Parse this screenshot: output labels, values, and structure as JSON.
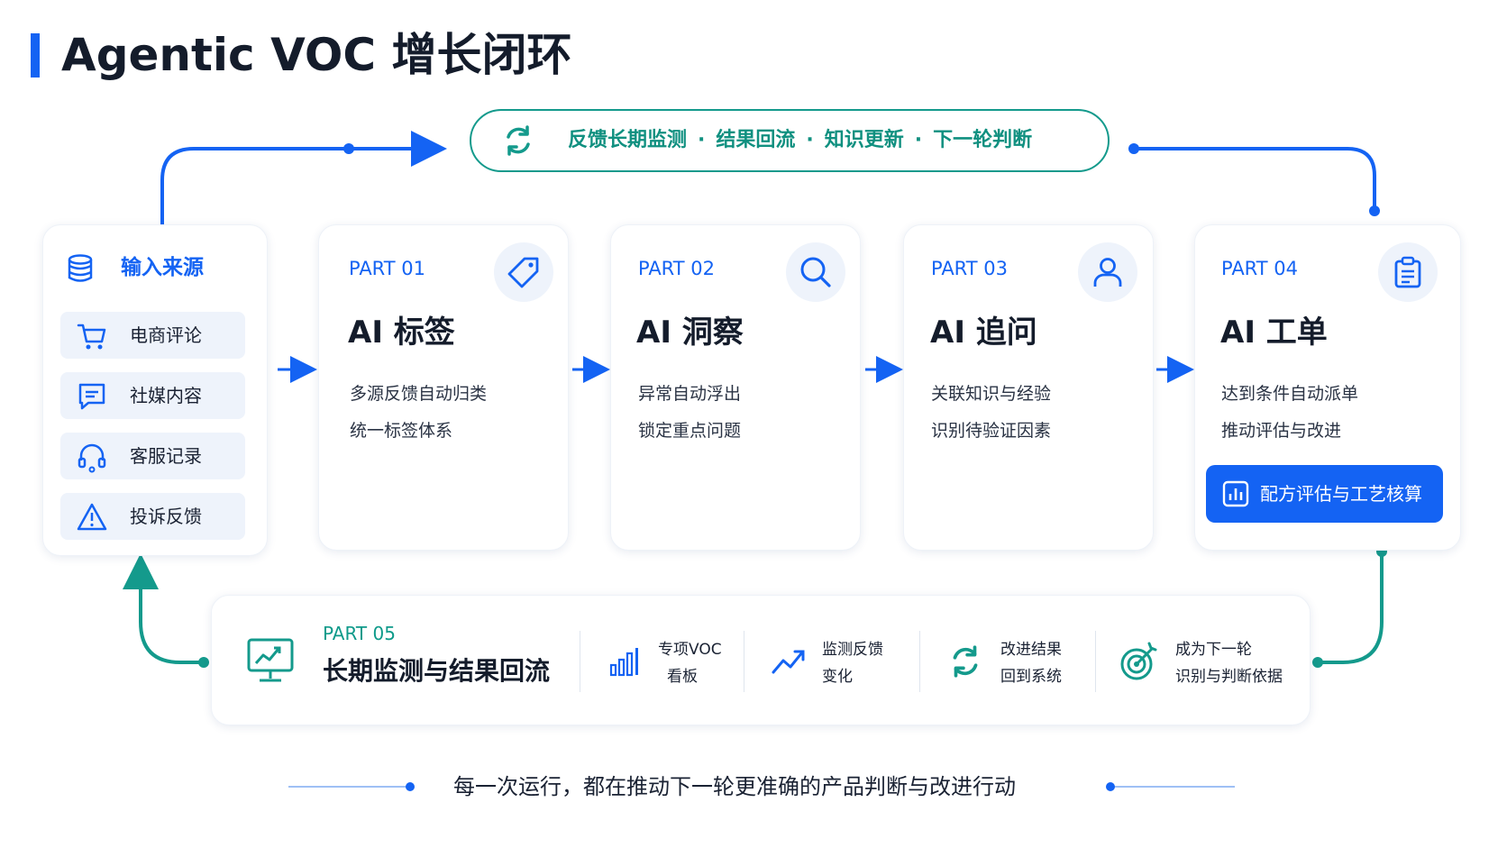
{
  "title": "Agentic VOC 增长闭环",
  "loop": {
    "items": [
      "反馈长期监测",
      "结果回流",
      "知识更新",
      "下一轮判断"
    ],
    "separator": "·"
  },
  "sources": {
    "title": "输入来源",
    "items": [
      {
        "label": "电商评论",
        "icon": "cart-icon"
      },
      {
        "label": "社媒内容",
        "icon": "chat-icon"
      },
      {
        "label": "客服记录",
        "icon": "headset-icon"
      },
      {
        "label": "投诉反馈",
        "icon": "warning-icon"
      }
    ]
  },
  "steps": [
    {
      "part": "PART 01",
      "title": "AI 标签",
      "lines": [
        "多源反馈自动归类",
        "统一标签体系"
      ],
      "icon": "tag-icon"
    },
    {
      "part": "PART 02",
      "title": "AI 洞察",
      "lines": [
        "异常自动浮出",
        "锁定重点问题"
      ],
      "icon": "search-icon"
    },
    {
      "part": "PART 03",
      "title": "AI 追问",
      "lines": [
        "关联知识与经验",
        "识别待验证因素"
      ],
      "icon": "user-icon"
    },
    {
      "part": "PART 04",
      "title": "AI 工单",
      "lines": [
        "达到条件自动派单",
        "推动评估与改进"
      ],
      "icon": "clipboard-icon"
    }
  ],
  "cta": {
    "label": "配方评估与工艺核算",
    "icon": "bar-chart-icon"
  },
  "monitor": {
    "part": "PART 05",
    "title": "长期监测与结果回流",
    "items": [
      {
        "line1": "专项VOC",
        "line2": "看板",
        "icon": "bar-chart-icon"
      },
      {
        "line1": "监测反馈",
        "line2": "变化",
        "icon": "trend-icon"
      },
      {
        "line1": "改进结果",
        "line2": "回到系统",
        "icon": "refresh-icon"
      },
      {
        "line1": "成为下一轮",
        "line2": "识别与判断依据",
        "icon": "target-icon"
      }
    ]
  },
  "footer": "每一次运行，都在推动下一轮更准确的产品判断与改进行动",
  "colors": {
    "blue": "#1463f3",
    "teal": "#149a8c",
    "text": "#141c2b"
  }
}
